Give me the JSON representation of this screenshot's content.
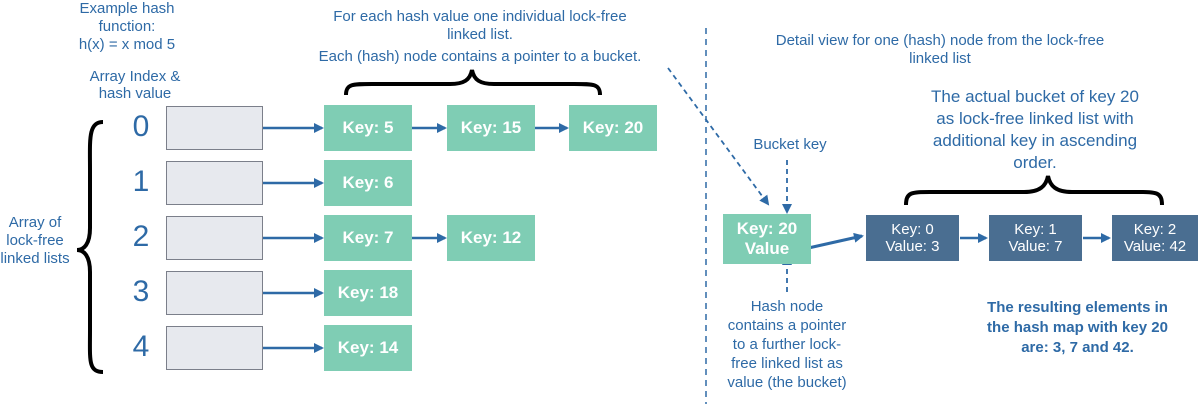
{
  "hash_function": {
    "line1": "Example hash",
    "line2": "function:",
    "line3": "h(x) = x mod 5"
  },
  "index_label": {
    "line1": "Array Index &",
    "line2": "hash value"
  },
  "array_label": {
    "line1": "Array of",
    "line2": "lock-free",
    "line3": "linked lists"
  },
  "top_caption": {
    "line1": "For each hash value one individual lock-free",
    "line2": "linked list.",
    "line3": "Each (hash) node contains a pointer to a bucket."
  },
  "indices": [
    "0",
    "1",
    "2",
    "3",
    "4"
  ],
  "row0": {
    "k1": "Key: 5",
    "k2": "Key: 15",
    "k3": "Key: 20"
  },
  "row1": {
    "k1": "Key: 6"
  },
  "row2": {
    "k1": "Key: 7",
    "k2": "Key: 12"
  },
  "row3": {
    "k1": "Key: 18"
  },
  "row4": {
    "k1": "Key: 14"
  },
  "detail_caption": {
    "line1": "Detail view for one (hash) node from the lock-free",
    "line2": "linked list"
  },
  "bucket_caption": {
    "line1": "The actual bucket of key 20",
    "line2": "as lock-free linked list with",
    "line3": "additional key in ascending",
    "line4": "order."
  },
  "bucket_key_label": "Bucket key",
  "hash_node": {
    "key": "Key: 20",
    "value": "Value"
  },
  "bucket_nodes": [
    {
      "key": "Key: 0",
      "value": "Value: 3"
    },
    {
      "key": "Key: 1",
      "value": "Value: 7"
    },
    {
      "key": "Key: 2",
      "value": "Value: 42"
    }
  ],
  "hash_node_caption": {
    "line1": "Hash node",
    "line2": "contains a pointer",
    "line3": "to a further lock-",
    "line4": "free linked list as",
    "line5": "value (the bucket)"
  },
  "result": {
    "line1": "The resulting elements in",
    "line2": "the hash map with key 20",
    "line3": "are: 3, 7 and 42."
  },
  "colors": {
    "text": "#2e6aa6",
    "green_node": "#7fcdb4",
    "blue_node": "#4a6e91",
    "arrow": "#2e6aa6"
  }
}
